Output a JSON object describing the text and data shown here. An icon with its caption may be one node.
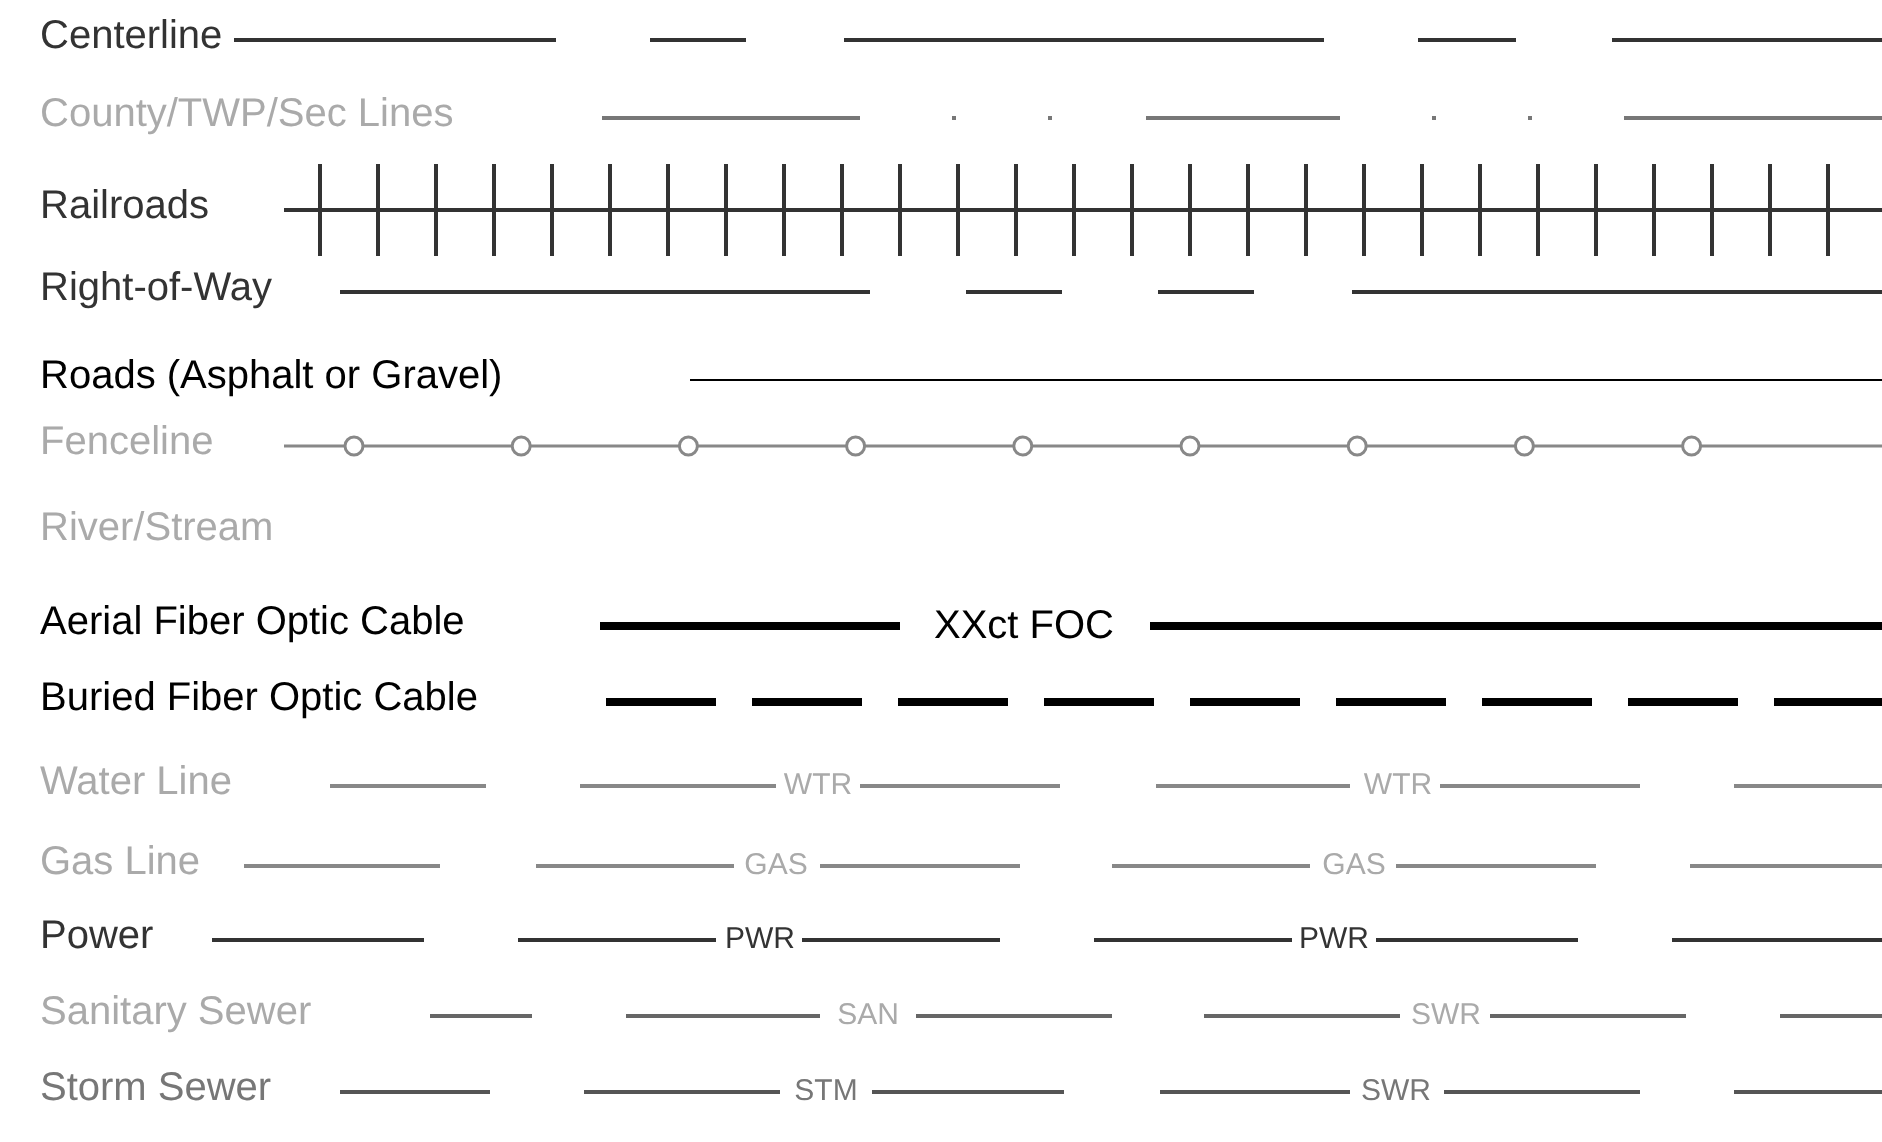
{
  "diagram": {
    "legend": [
      {
        "text": "Centerline"
      },
      {
        "text": "County/TWP/Sec Lines"
      },
      {
        "text": "Railroads"
      },
      {
        "text": "Right-of-Way"
      },
      {
        "text": "Roads (Asphalt or Gravel)"
      },
      {
        "text": "Fenceline"
      },
      {
        "text": "River/Stream"
      },
      {
        "text": "Aerial Fiber Optic Cable"
      },
      {
        "text": "Buried Fiber Optic Cable"
      },
      {
        "text": "Water Line"
      },
      {
        "text": "Gas Line"
      },
      {
        "text": "Power"
      },
      {
        "text": "Sanitary Sewer"
      },
      {
        "text": "Storm Sewer"
      }
    ],
    "labels": [
      "XXct FOC",
      "WTR",
      "WTR",
      "GAS",
      "GAS",
      "PWR",
      "PWR",
      "SAN",
      "SWR",
      "STM",
      "SWR"
    ]
  }
}
